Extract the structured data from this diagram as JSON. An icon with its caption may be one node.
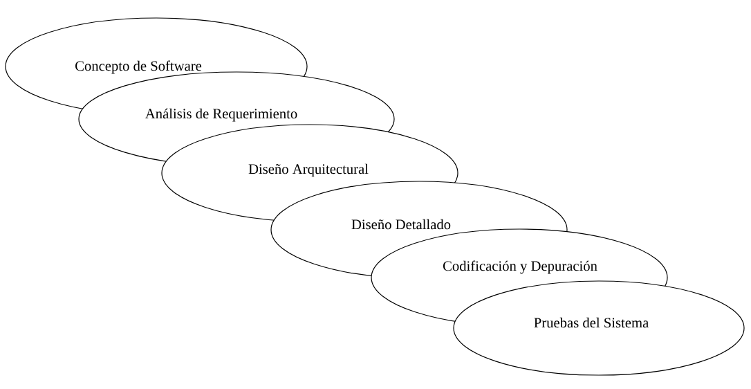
{
  "diagram": {
    "nodes": [
      {
        "text": [
          "Concepto de Software"
        ]
      },
      {
        "text": [
          "Análisis de Requerimiento"
        ]
      },
      {
        "text": [
          "Diseño Arquitectural"
        ]
      },
      {
        "text": [
          "Diseño Detallado"
        ]
      },
      {
        "text": [
          "Codificación y Depuración"
        ]
      },
      {
        "text": [
          "Pruebas del Sistema"
        ]
      }
    ]
  }
}
